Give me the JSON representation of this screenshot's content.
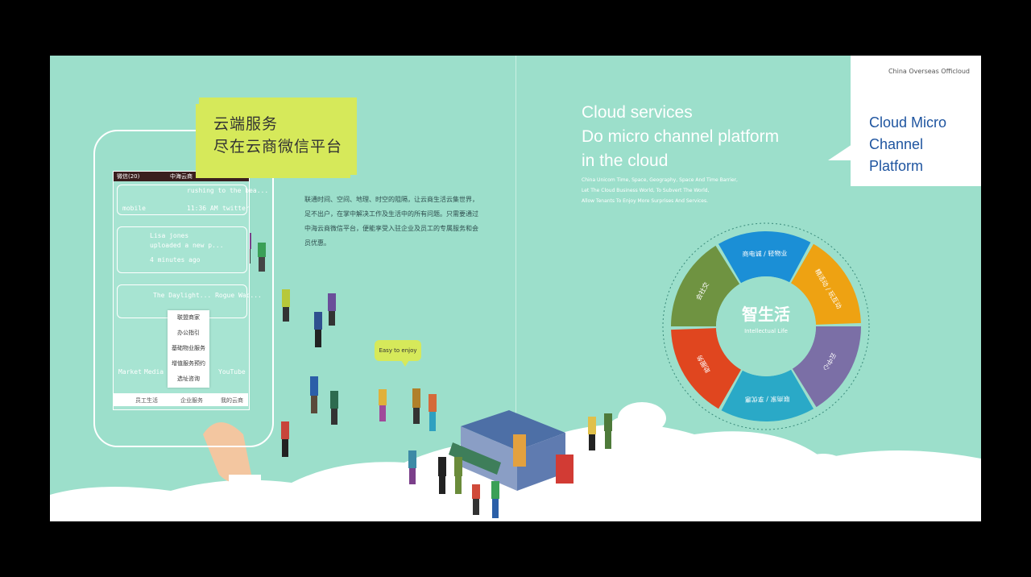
{
  "left_page": {
    "bubble_line1": "云端服务",
    "bubble_line2": "尽在云商微信平台",
    "lead_text": "联通时间、空间、地理、时空的阻隔，让云商生活云集世界，足不出户，在掌中解决工作及生活中的所有问题。只需要通过中海云商微信平台，便能享受入驻企业及员工的专属服务和会员优惠。",
    "enjoy_bubble": "Easy to enjoy",
    "phone": {
      "back_label": "微信(20)",
      "title": "中海云商",
      "card1_text": "rushing to the bea...",
      "card1_time": "11:36 AM",
      "card1_source": "twitter",
      "card1_from": "mobile",
      "card2_name": "Lisa jones",
      "card2_text": "uploaded a new p...",
      "card2_time": "4 minutes ago",
      "card3_text": "The Daylight... Rogue Wac...",
      "icons": [
        "Market",
        "Media Store",
        "YouTube"
      ],
      "menu": [
        "联盟商家",
        "办公指引",
        "基础物业服务",
        "增值服务预约",
        "选址咨询"
      ],
      "tabs": [
        "员工生活",
        "企业服务",
        "我的云商"
      ]
    }
  },
  "right_page": {
    "title_lines": [
      "Cloud services",
      "Do micro channel platform",
      "in the cloud"
    ],
    "subtitle_lines": [
      "China Unicom Time, Space, Geography, Space And Time Barrier,",
      "Let The Cloud Business World, To Subvert The World,",
      "Allow Tenants To Enjoy More Surprises And Services."
    ],
    "brand": "China Overseas Officloud",
    "card_title_lines": [
      "Cloud Micro",
      "Channel",
      "Platform"
    ],
    "wheel": {
      "center_title": "智生活",
      "center_subtitle": "Intellectual Life",
      "segments": [
        {
          "label": "商电诚 / 轻物业",
          "color": "#1b8fd6"
        },
        {
          "label": "精活动 / 玩互动",
          "color": "#eea212"
        },
        {
          "label": "云中心",
          "color": "#7b6fa6"
        },
        {
          "label": "联商家 / 享优惠",
          "color": "#2aa9c7"
        },
        {
          "label": "助服务",
          "color": "#e0461f"
        },
        {
          "label": "会社交",
          "color": "#6f9341"
        }
      ]
    }
  }
}
